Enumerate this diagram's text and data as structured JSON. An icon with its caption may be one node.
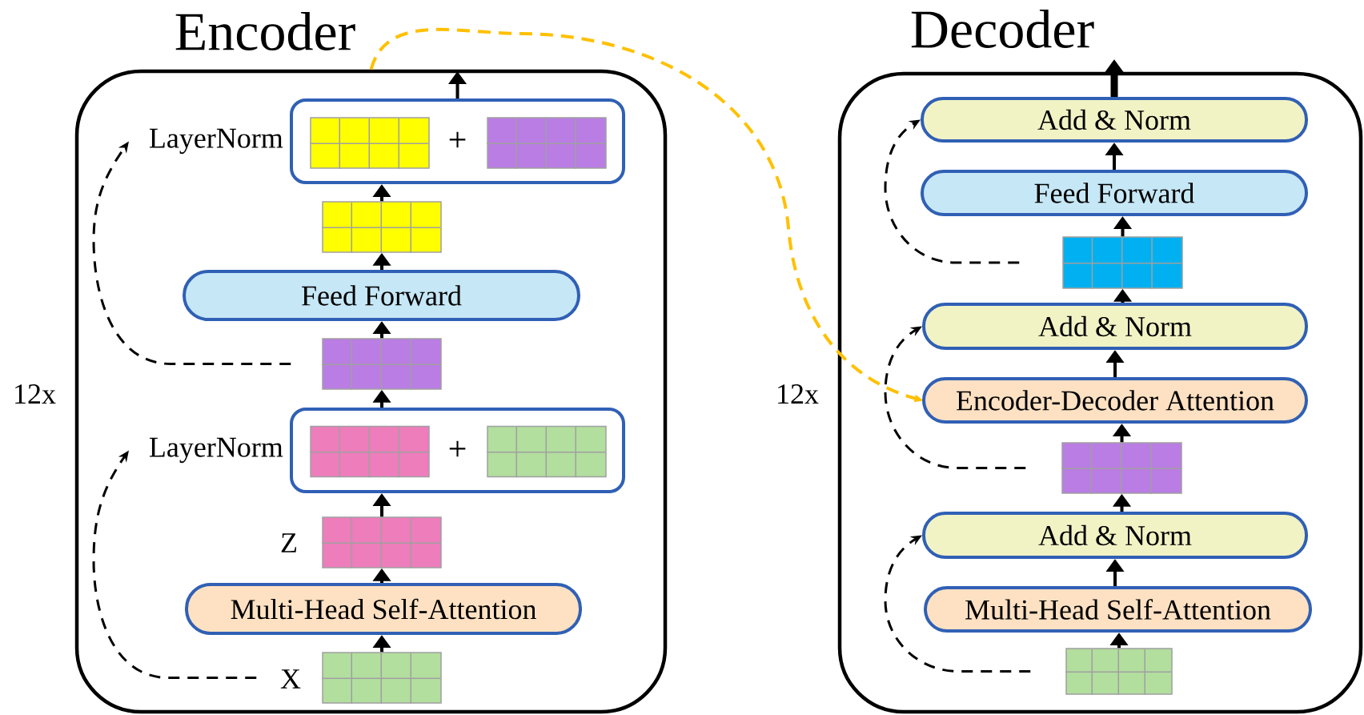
{
  "diagram": {
    "nodes": [
      {
        "text": [
          "Encoder"
        ],
        "beside": [
          "12x"
        ]
      },
      {
        "text": [
          "LayerNorm",
          "+"
        ],
        "in": 0
      },
      {
        "text": [],
        "shape": "grid",
        "in": 1
      },
      {
        "text": [],
        "shape": "grid",
        "in": 1
      },
      {
        "text": [],
        "shape": "grid",
        "in": 0
      },
      {
        "text": [
          "Feed Forward"
        ],
        "in": 0
      },
      {
        "text": [],
        "shape": "grid",
        "in": 0
      },
      {
        "text": [
          "LayerNorm",
          "+"
        ],
        "in": 0
      },
      {
        "text": [],
        "shape": "grid",
        "in": 7
      },
      {
        "text": [],
        "shape": "grid",
        "in": 7
      },
      {
        "text": [],
        "shape": "grid",
        "in": 0,
        "beside": [
          "Z"
        ]
      },
      {
        "text": [
          "Multi-Head Self-Attention"
        ],
        "in": 0
      },
      {
        "text": [],
        "shape": "grid",
        "in": 0,
        "beside": [
          "X"
        ]
      },
      {
        "text": [
          "Decoder"
        ],
        "beside": [
          "12x"
        ]
      },
      {
        "text": [
          "Add & Norm"
        ],
        "in": 13
      },
      {
        "text": [
          "Feed Forward"
        ],
        "in": 13
      },
      {
        "text": [],
        "shape": "grid",
        "in": 13
      },
      {
        "text": [
          "Add & Norm"
        ],
        "in": 13
      },
      {
        "text": [
          "Encoder-Decoder Attention"
        ],
        "in": 13
      },
      {
        "text": [],
        "shape": "grid",
        "in": 13
      },
      {
        "text": [
          "Add & Norm"
        ],
        "in": 13
      },
      {
        "text": [
          "Multi-Head Self-Attention"
        ],
        "in": 13
      },
      {
        "text": [],
        "shape": "grid",
        "in": 13
      }
    ],
    "edges": [
      {
        "from": 12,
        "to": 11,
        "arrow": "to"
      },
      {
        "from": 11,
        "to": 10,
        "arrow": "to"
      },
      {
        "from": 10,
        "to": 7,
        "arrow": "to"
      },
      {
        "from": 7,
        "to": 6,
        "arrow": "to"
      },
      {
        "from": 6,
        "to": 5,
        "arrow": "to"
      },
      {
        "from": 5,
        "to": 4,
        "arrow": "to"
      },
      {
        "from": 4,
        "to": 1,
        "arrow": "to"
      },
      {
        "from": 1,
        "to": null,
        "arrow": "to"
      },
      {
        "from": 12,
        "to": 7,
        "arrow": "to",
        "style": "dashed"
      },
      {
        "from": 6,
        "to": 1,
        "arrow": "to",
        "style": "dashed"
      },
      {
        "from": 22,
        "to": 21,
        "arrow": "to"
      },
      {
        "from": 21,
        "to": 20,
        "arrow": "to"
      },
      {
        "from": 20,
        "to": 19,
        "arrow": "to"
      },
      {
        "from": 19,
        "to": 18,
        "arrow": "to"
      },
      {
        "from": 18,
        "to": 17,
        "arrow": "to"
      },
      {
        "from": 17,
        "to": 16,
        "arrow": "to"
      },
      {
        "from": 16,
        "to": 15,
        "arrow": "to"
      },
      {
        "from": 15,
        "to": 14,
        "arrow": "to"
      },
      {
        "from": 14,
        "to": null,
        "arrow": "to",
        "style": "thick"
      },
      {
        "from": 22,
        "to": 20,
        "arrow": "to",
        "style": "dashed"
      },
      {
        "from": 19,
        "to": 17,
        "arrow": "to",
        "style": "dashed"
      },
      {
        "from": 16,
        "to": 14,
        "arrow": "to",
        "style": "dashed"
      },
      {
        "from": 0,
        "to": 18,
        "arrow": "to",
        "style": "dashed",
        "color": "#ffc000"
      }
    ]
  }
}
